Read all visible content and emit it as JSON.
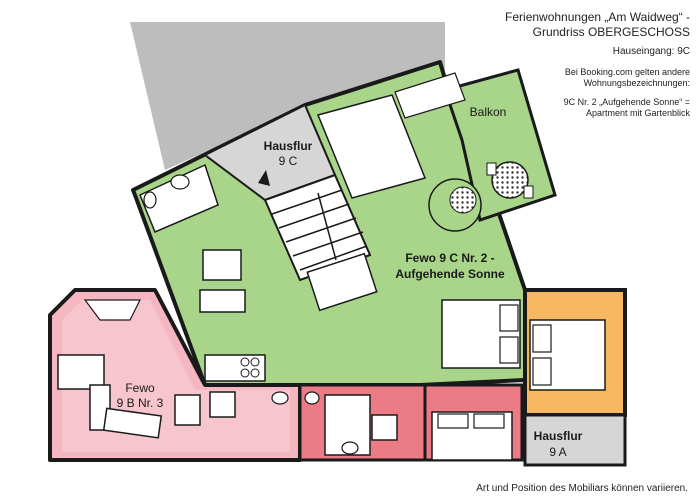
{
  "header": {
    "title_line1": "Ferienwohnungen „Am Waidweg“ -",
    "title_line2": "Grundriss OBERGESCHOSS",
    "entrance": "Hauseingang: 9C",
    "note_line1": "Bei Booking.com gelten andere",
    "note_line2": "Wohnungsbezeichnungen:",
    "mapping_line1": "9C Nr. 2 „Aufgehende Sonne“ =",
    "mapping_line2": "Apartment mit Gartenblick"
  },
  "rooms": {
    "hausflur_9c": {
      "line1": "Hausflur",
      "line2": "9 C"
    },
    "balkon": {
      "label": "Balkon"
    },
    "fewo_9c_2": {
      "line1": "Fewo 9 C Nr. 2 -",
      "line2": "Aufgehende Sonne"
    },
    "fewo_9b_3": {
      "line1": "Fewo",
      "line2": "9 B Nr. 3"
    },
    "hausflur_9a": {
      "line1": "Hausflur",
      "line2": "9 A"
    }
  },
  "footer": {
    "note": "Art und Position des Mobiliars können variieren."
  },
  "colors": {
    "green_apartment": "#a9d58a",
    "pink_apartment": "#f4b6c0",
    "red_apartment": "#eb7b85",
    "orange_apartment": "#f7b861",
    "hallway_gray": "#d6d6d6",
    "outside_gray": "#bdbdbd",
    "wall": "#1a1a1a"
  }
}
